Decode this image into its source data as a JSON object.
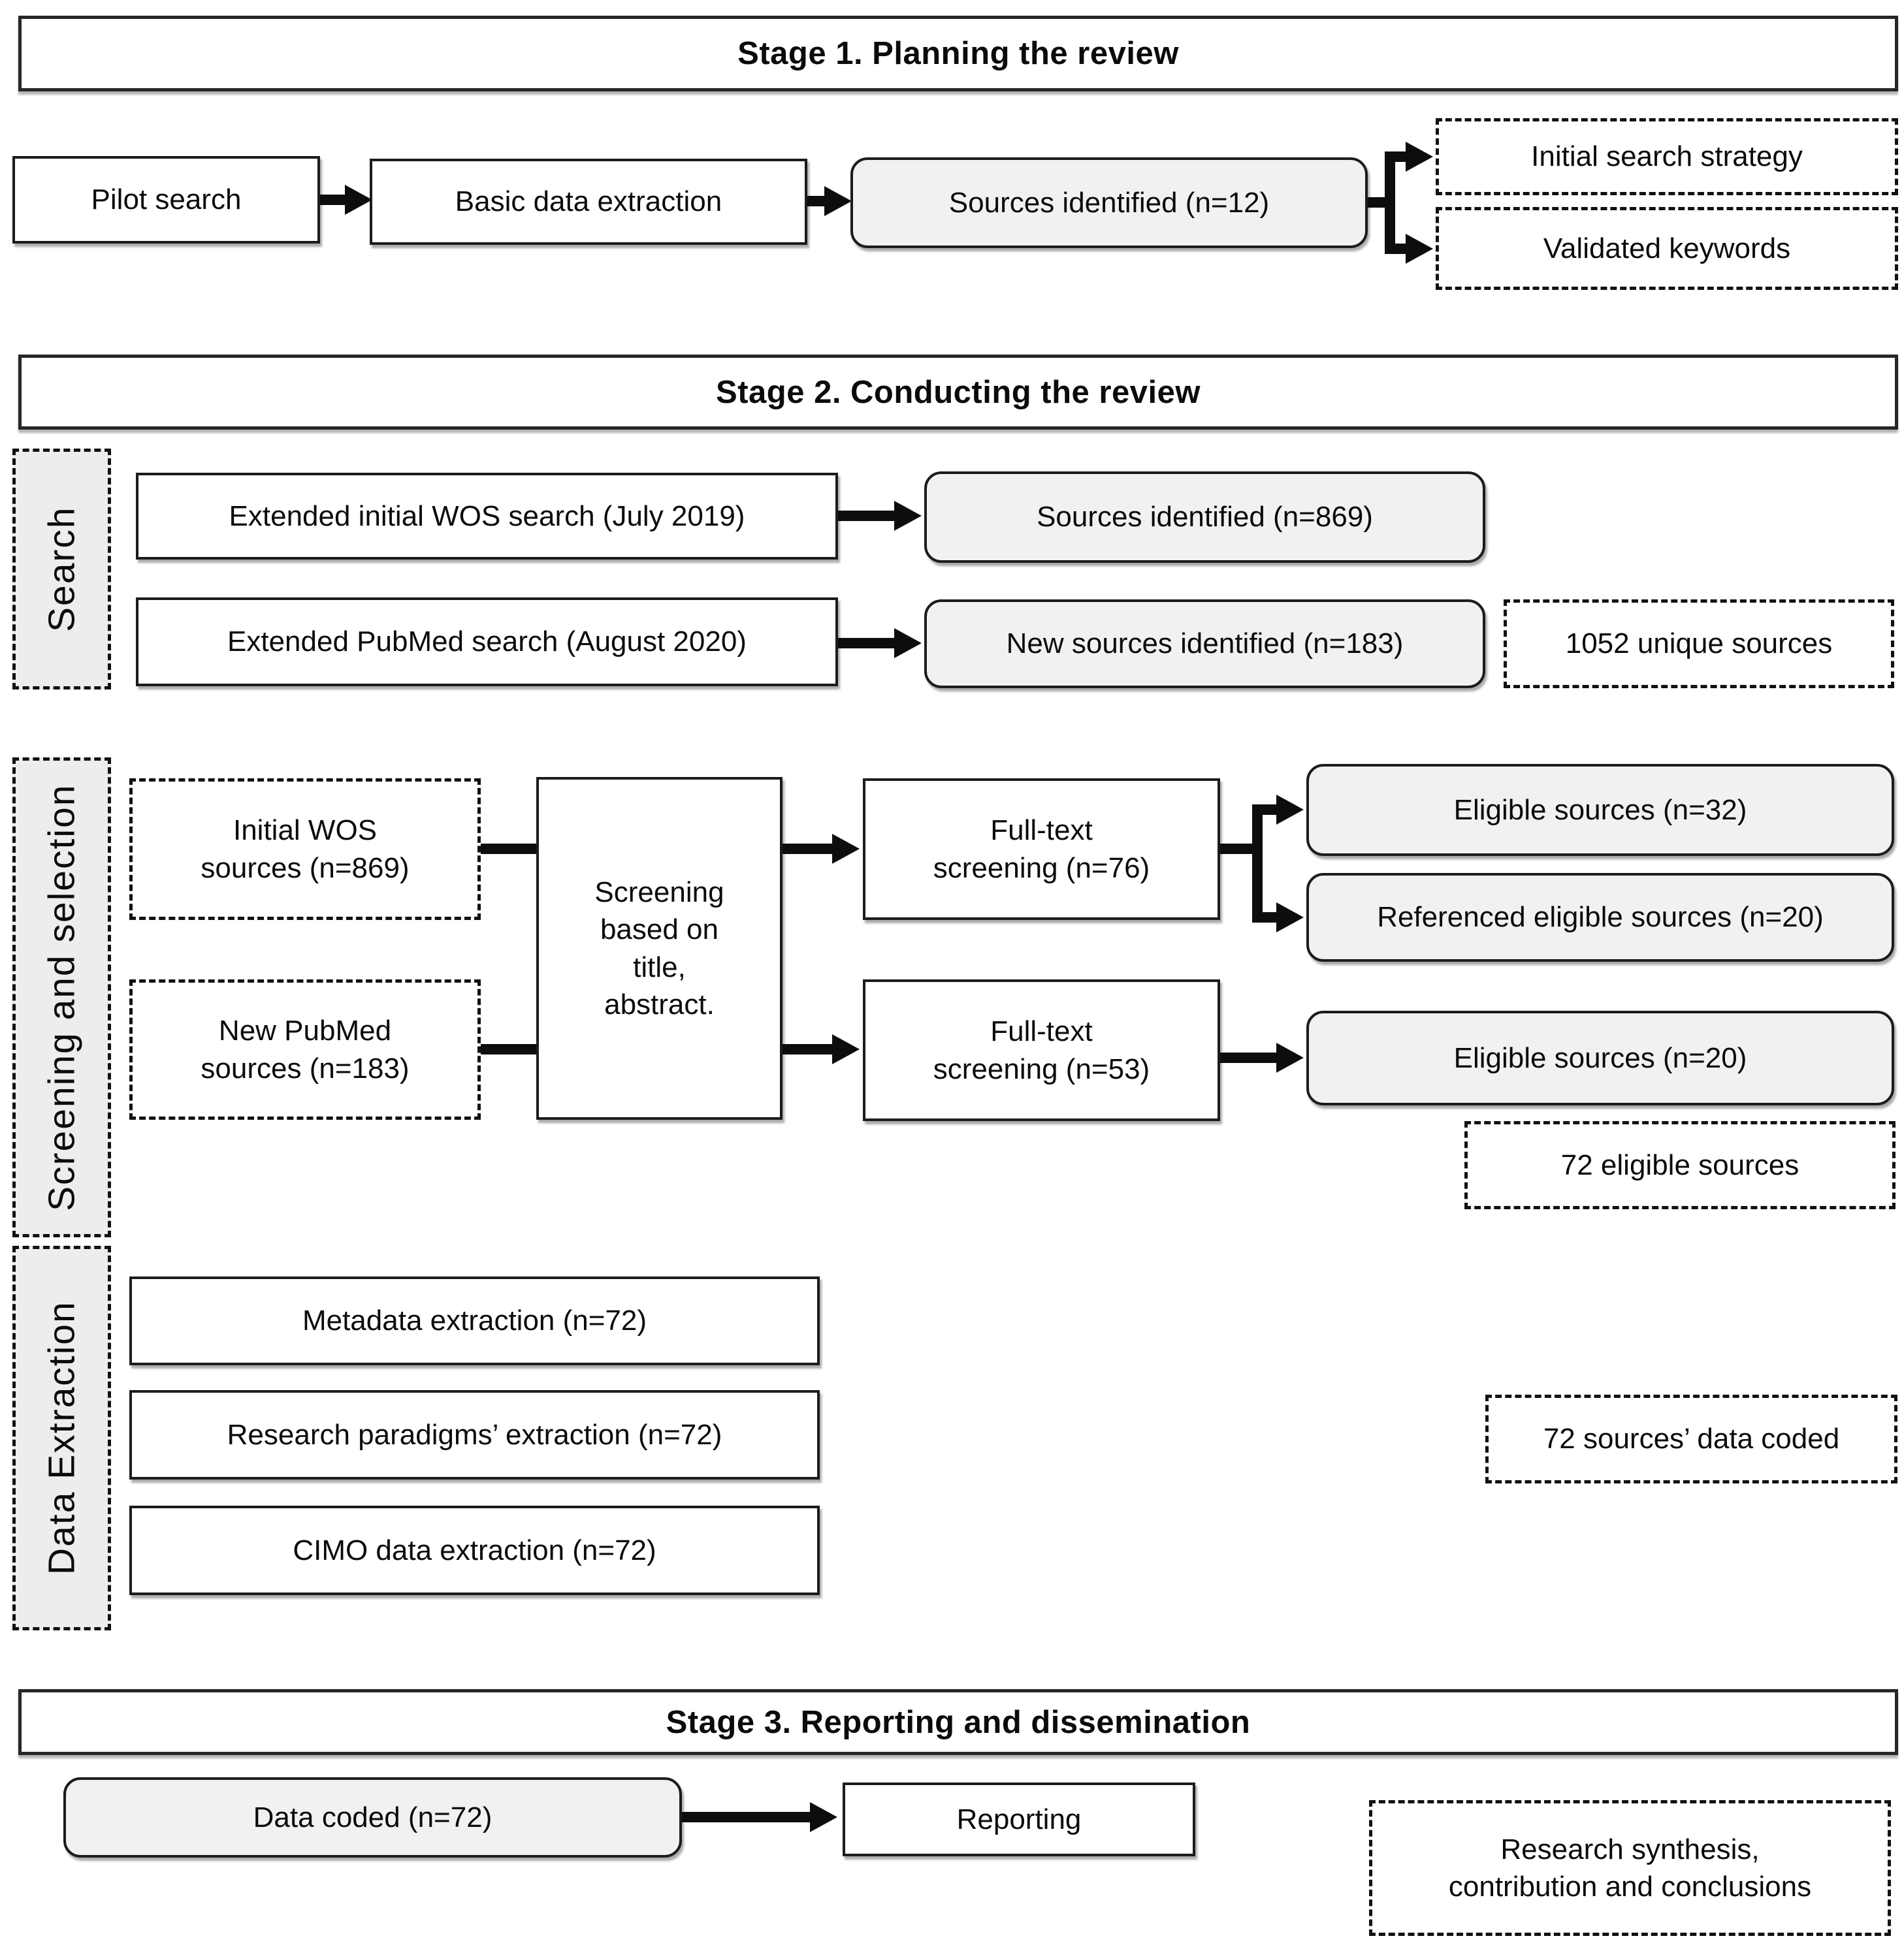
{
  "colors": {
    "shaded_box_fill": "#f1f1f1",
    "group_label_fill": "#ededed",
    "line_color": "#0d0d0d",
    "border_color": "#1c1c1c"
  },
  "stage1": {
    "banner": "Stage 1. Planning the review",
    "pilot_search": "Pilot search",
    "basic_extraction": "Basic data extraction",
    "sources_identified": "Sources identified (n=12)",
    "initial_strategy": "Initial search strategy",
    "validated_keywords": "Validated keywords"
  },
  "stage2": {
    "banner": "Stage 2. Conducting the review",
    "search": {
      "group_label": "Search",
      "wos_search": "Extended initial WOS search (July 2019)",
      "wos_sources_identified": "Sources identified (n=869)",
      "pubmed_search": "Extended PubMed search (August 2020)",
      "pubmed_sources_identified": "New sources identified (n=183)",
      "unique_sources_note": "1052 unique sources"
    },
    "screening": {
      "group_label": "Screening and selection",
      "initial_wos_sources": "Initial WOS\nsources (n=869)",
      "new_pubmed_sources": "New PubMed\nsources (n=183)",
      "screening_step": "Screening\nbased on\ntitle,\nabstract.",
      "fulltext_wos": "Full-text\nscreening (n=76)",
      "fulltext_pubmed": "Full-text\nscreening (n=53)",
      "eligible_wos": "Eligible sources (n=32)",
      "referenced_eligible": "Referenced eligible sources (n=20)",
      "eligible_pubmed": "Eligible sources (n=20)",
      "eligible_total_note": "72 eligible sources"
    },
    "extraction": {
      "group_label": "Data Extraction",
      "metadata": "Metadata extraction (n=72)",
      "paradigms": "Research paradigms’ extraction (n=72)",
      "cimo": "CIMO data extraction (n=72)",
      "coded_note": "72 sources’ data coded"
    }
  },
  "stage3": {
    "banner": "Stage 3. Reporting and dissemination",
    "data_coded": "Data coded (n=72)",
    "reporting": "Reporting",
    "synthesis_note": "Research synthesis,\ncontribution and conclusions"
  }
}
